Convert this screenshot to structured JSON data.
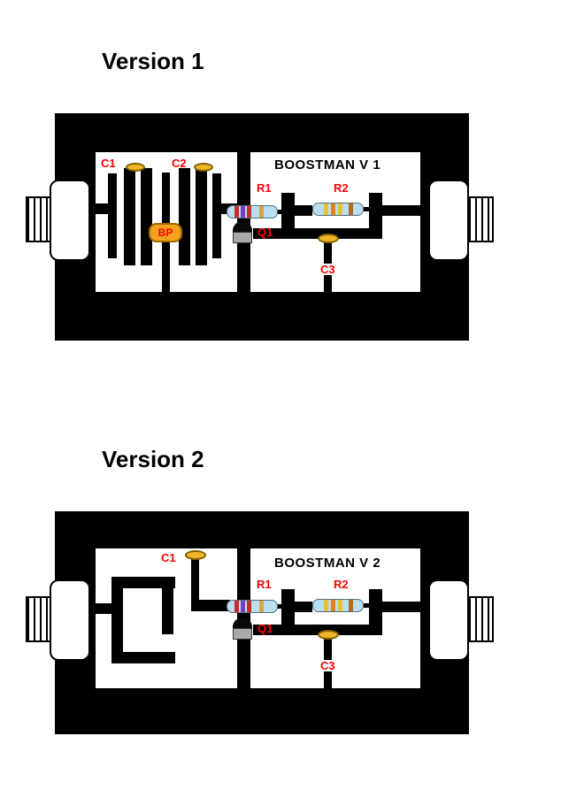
{
  "page": {
    "background": "#ffffff"
  },
  "colors": {
    "board": "#000000",
    "panel": "#ffffff",
    "trace": "#000000",
    "label_red": "#ff0000",
    "capacitor_fill": "#f0b62b",
    "bp_fill": "#f5a31f",
    "resistor_body": "#b9dff0",
    "transistor_body": "#a9a9a9",
    "transistor_dome": "#0a0a0a",
    "r1_bands": [
      "#cc2a2a",
      "#7a3bc8",
      "#cc2a2a",
      "#d9a441"
    ],
    "r2_bands": [
      "#e8c32a",
      "#e0821f",
      "#e8c32a",
      "#b56a1d"
    ]
  },
  "version1": {
    "title": "Version 1",
    "board_title": "BOOSTMAN V 1",
    "labels": {
      "c1": "C1",
      "c2": "C2",
      "r1": "R1",
      "r2": "R2",
      "q1": "Q1",
      "c3": "C3",
      "bp": "BP"
    }
  },
  "version2": {
    "title": "Version 2",
    "board_title": "BOOSTMAN V 2",
    "labels": {
      "c1": "C1",
      "r1": "R1",
      "r2": "R2",
      "q1": "Q1",
      "c3": "C3"
    }
  }
}
